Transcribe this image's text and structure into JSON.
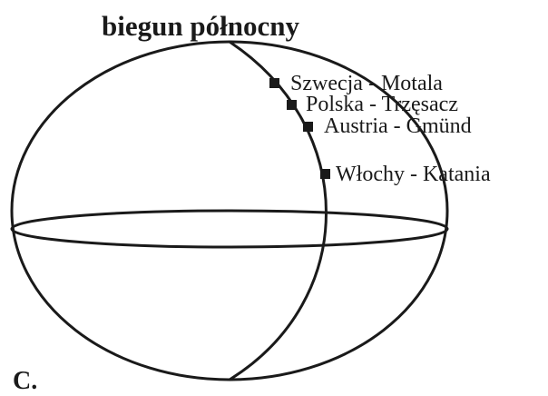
{
  "title": "biegun północny",
  "panel_letter": "C.",
  "locations": [
    {
      "country": "Szwecja",
      "place": "Motala",
      "label": "Szwecja - Motala"
    },
    {
      "country": "Polska",
      "place": "Trzęsacz",
      "label": "Polska - Trzęsacz"
    },
    {
      "country": "Austria",
      "place": "Gmünd",
      "label": "Austria - Gmünd"
    },
    {
      "country": "Włochy",
      "place": "Katania",
      "label": "Włochy - Katania"
    }
  ],
  "colors": {
    "ink": "#1a1a1a",
    "background": "#ffffff"
  }
}
